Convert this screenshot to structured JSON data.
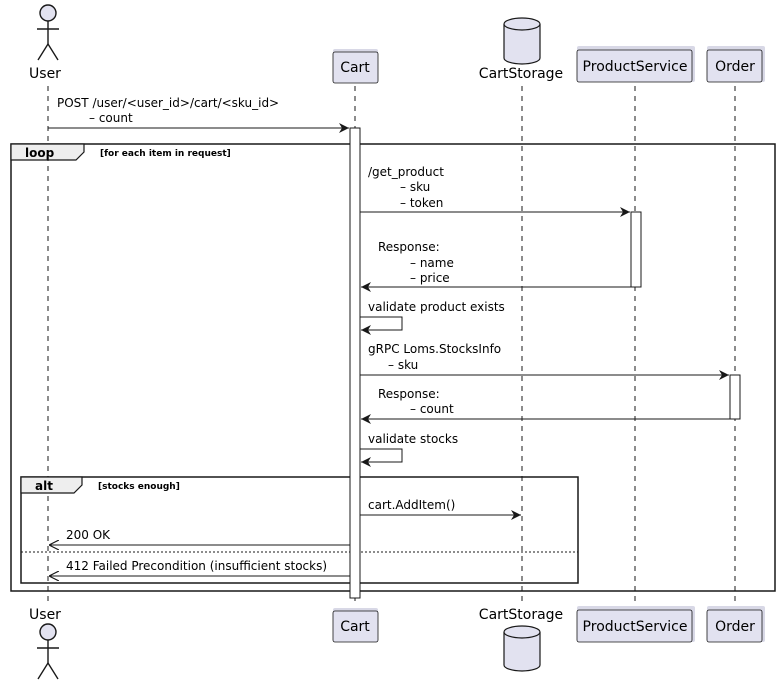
{
  "participants": {
    "user": "User",
    "cart": "Cart",
    "cart_storage": "CartStorage",
    "product_service": "ProductService",
    "order": "Order"
  },
  "messages": {
    "m1": [
      "POST /user/<user_id>/cart/<sku_id>",
      "– count"
    ],
    "m2": [
      "/get_product",
      "– sku",
      "– token"
    ],
    "m3": [
      "Response:",
      "– name",
      "– price"
    ],
    "m4": [
      "validate product exists"
    ],
    "m5": [
      "gRPC Loms.StocksInfo",
      "– sku"
    ],
    "m6": [
      "Response:",
      "– count"
    ],
    "m7": [
      "validate stocks"
    ],
    "m8": [
      "cart.AddItem()"
    ],
    "m9": [
      "200 OK"
    ],
    "m10": [
      "412 Failed Precondition (insufficient stocks)"
    ]
  },
  "fragments": {
    "loop": {
      "keyword": "loop",
      "guard": "[for each item in request]"
    },
    "alt": {
      "keyword": "alt",
      "guard": "[stocks enough]"
    }
  },
  "colors": {
    "participant_fill": "#E2E2F0",
    "participant_border": "#181818",
    "lifeline": "#181818",
    "line": "#181818",
    "fragment_tab": "#EEEEEE"
  }
}
